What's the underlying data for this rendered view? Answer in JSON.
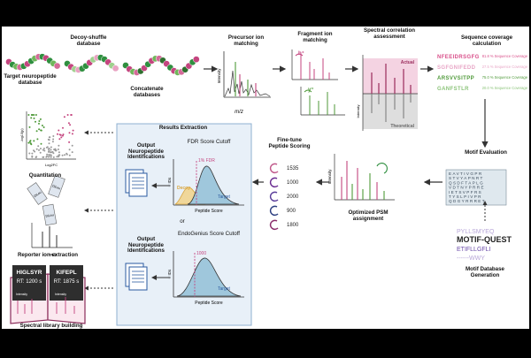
{
  "labels": {
    "target_db": "Target neuropeptide database",
    "decoy_db": "Decoy-shuffle database",
    "concat_db": "Concatenate databases",
    "precursor": "Precursor ion matching",
    "fragment": "Fragment ion matching",
    "spectral": "Spectral correlation assessment",
    "seq_cov": "Sequence coverage calculation",
    "motif_eval": "Motif Evaluation",
    "motif_db": "Motif Database Generation",
    "optimized": "Optimized PSM assignment",
    "finetune": "Fine-tune Peptide Scoring",
    "results": "Results Extraction",
    "output1": "Output Neuropeptide Identifications",
    "output2": "Output Neuropeptide Identifications",
    "fdr_cutoff": "FDR Score Cutoff",
    "or": "or",
    "endo_cutoff": "EndoGenius Score Cutoff",
    "quant": "Quantitation",
    "reporter": "Reporter ion extraction",
    "library": "Spectral library building"
  },
  "axes": {
    "intensity": "Intensity",
    "mz": "m/z",
    "ids": "# IDs",
    "peptide_score": "Peptide Score",
    "log2fc": "Log2FC",
    "log10p": "-log10(p)"
  },
  "spectral_tags": {
    "actual": "Actual",
    "theoretical": "Theoretical"
  },
  "fdr_panel": {
    "fdr_tag": "1% FDR",
    "decoy": "Decoy",
    "target": "Target"
  },
  "endo_panel": {
    "cutoff": "1000",
    "target": "Target"
  },
  "ion_tags": {
    "b": "b⁺",
    "y": "y⁺"
  },
  "coverage": [
    {
      "seq": "NFEEIDRSGFG",
      "pct": "81.8 % Sequence Coverage",
      "color": "#d94f8a"
    },
    {
      "seq": "SGFGNIFEDD",
      "pct": "27.5 % Sequence Coverage",
      "color": "#e8a6c6"
    },
    {
      "seq": "ARSVVSITPP",
      "pct": "75.0 % Sequence Coverage",
      "color": "#4f9a3a"
    },
    {
      "seq": "GANFSTLR",
      "pct": "20.0 % Sequence Coverage",
      "color": "#8cc47a"
    }
  ],
  "scores": [
    "1535",
    "1000",
    "2000",
    "900",
    "1800"
  ],
  "score_colors": [
    "#c0588a",
    "#6a2c91",
    "#5a3d9a",
    "#2c3e80",
    "#8a2c6a"
  ],
  "motif_table": [
    "EAVTIVGPR",
    "STVYAPNRT",
    "QSDFTAPLG",
    "VDTNYPRRE",
    "IETSVPFRS",
    "TYSLPIVPR",
    "QDGYRRRET"
  ],
  "motif_db_lines": [
    "PYLLSMYEQ",
    "MOTIF-QUEST",
    "ETIFLLGFLI",
    "------WWY"
  ],
  "library": [
    {
      "name": "HIGLSYR",
      "rt": "RT: 1200 s"
    },
    {
      "name": "KIFEPL",
      "rt": "RT: 1875 s"
    }
  ],
  "tmt": [
    "DiLeu",
    "DiLeu",
    "DiLeu"
  ],
  "colors": {
    "green": "#2f8f3f",
    "pink": "#c4457f",
    "blue_panel": "#e8f0f8",
    "panel_border": "#8fb0d0"
  }
}
